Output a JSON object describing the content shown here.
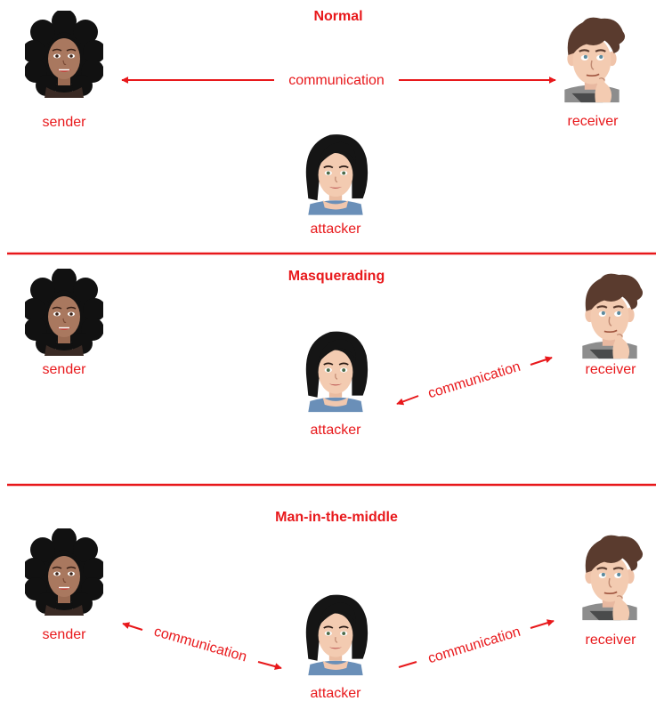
{
  "accent": "#e8181b",
  "sections": [
    {
      "title": "Normal",
      "sender": "sender",
      "receiver": "receiver",
      "attacker": "attacker",
      "links": [
        {
          "from": "sender",
          "to": "receiver",
          "label": "communication"
        }
      ]
    },
    {
      "title": "Masquerading",
      "sender": "sender",
      "receiver": "receiver",
      "attacker": "attacker",
      "links": [
        {
          "from": "attacker",
          "to": "receiver",
          "label": "communication"
        }
      ]
    },
    {
      "title": "Man-in-the-middle",
      "sender": "sender",
      "receiver": "receiver",
      "attacker": "attacker",
      "links": [
        {
          "from": "sender",
          "to": "attacker",
          "label": "communication"
        },
        {
          "from": "attacker",
          "to": "receiver",
          "label": "communication"
        }
      ]
    }
  ],
  "icons": {
    "sender": "woman-curly-hair-avatar",
    "receiver": "thinking-man-avatar",
    "attacker": "woman-bob-hair-avatar"
  }
}
